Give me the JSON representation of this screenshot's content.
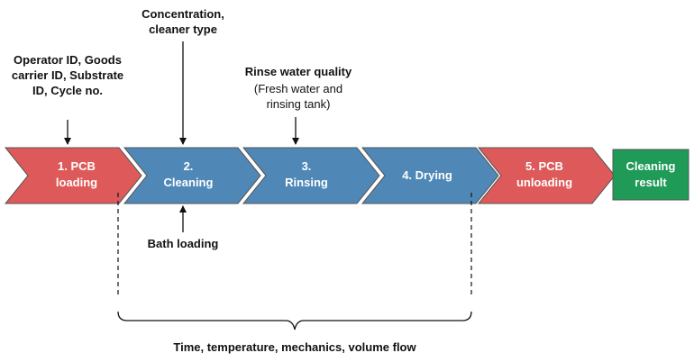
{
  "steps": [
    {
      "line1": "1. PCB",
      "line2": "loading",
      "color": "#DE5A5A"
    },
    {
      "line1": "2.",
      "line2": "Cleaning",
      "color": "#4F88B7"
    },
    {
      "line1": "3.",
      "line2": "Rinsing",
      "color": "#4F88B7"
    },
    {
      "line1": "4. Drying",
      "line2": "",
      "color": "#4F88B7"
    },
    {
      "line1": "5. PCB",
      "line2": "unloading",
      "color": "#DE5A5A"
    }
  ],
  "result": {
    "line1": "Cleaning",
    "line2": "result",
    "color": "#1F9A57"
  },
  "inputs": {
    "operator": [
      "Operator ID, Goods",
      "carrier ID, Substrate",
      "ID, Cycle no."
    ],
    "concentration": [
      "Concentration,",
      "cleaner type"
    ],
    "rinse_title": "Rinse water quality",
    "rinse_detail": [
      "(Fresh water and",
      "rinsing tank)"
    ],
    "bath": "Bath loading"
  },
  "bottom_label": "Time, temperature, mechanics, volume flow"
}
